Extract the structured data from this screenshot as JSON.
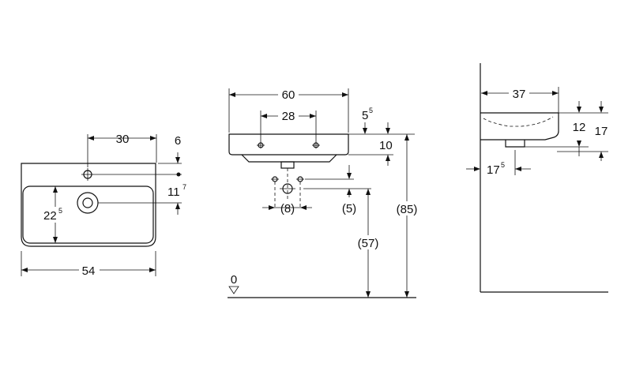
{
  "top_view": {
    "dim_width": "54",
    "dim_tap_offset": "30",
    "dim_top_rim": "6",
    "dim_tap_hole": "11",
    "dim_tap_hole_sup": "7",
    "dim_bowl_depth": "22",
    "dim_bowl_depth_sup": "5"
  },
  "front_view": {
    "dim_width": "60",
    "dim_fixing_spacing": "28",
    "dim_rim_offset": "5",
    "dim_rim_offset_sup": "5",
    "dim_rim_thickness": "10",
    "dim_waste_spacing": "(8)",
    "dim_waste_offset": "(5)",
    "dim_waste_height": "(57)",
    "dim_rim_height": "(85)",
    "floor_level": "0"
  },
  "side_view": {
    "dim_projection": "37",
    "dim_height_12": "12",
    "dim_height_17": "17",
    "dim_waste_depth": "17",
    "dim_waste_depth_sup": "5"
  }
}
